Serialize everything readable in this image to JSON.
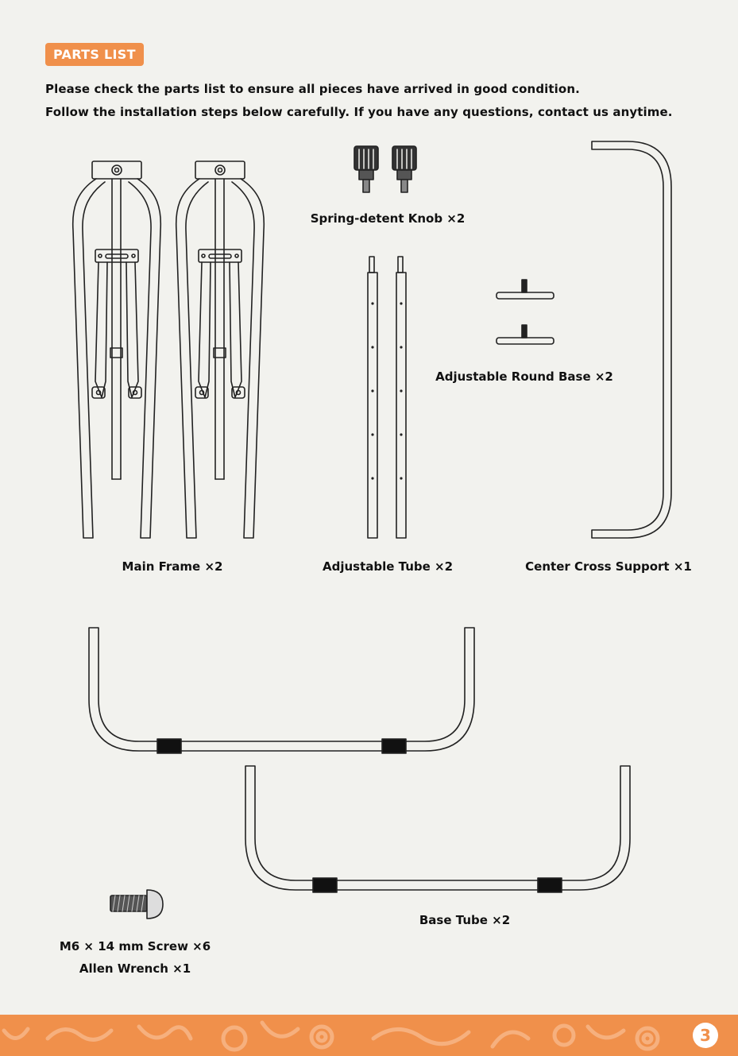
{
  "section": {
    "badge": "PARTS LIST"
  },
  "intro": {
    "line1": "Please check the parts list to ensure all pieces have arrived in good condition.",
    "line2": "Follow the installation steps below carefully. If you have any questions, contact us anytime."
  },
  "parts": {
    "main_frame": "Main Frame ×2",
    "knob": "Spring-detent Knob ×2",
    "adjustable_tube": "Adjustable Tube ×2",
    "round_base": "Adjustable Round Base ×2",
    "cross_support": "Center Cross Support ×1",
    "base_tube": "Base Tube ×2",
    "screw": "M6 × 14 mm Screw ×6",
    "wrench": "Allen Wrench ×1"
  },
  "footer": {
    "page_number": "3"
  },
  "colors": {
    "accent": "#f0904b",
    "background": "#f2f2ee",
    "line": "#222222"
  }
}
